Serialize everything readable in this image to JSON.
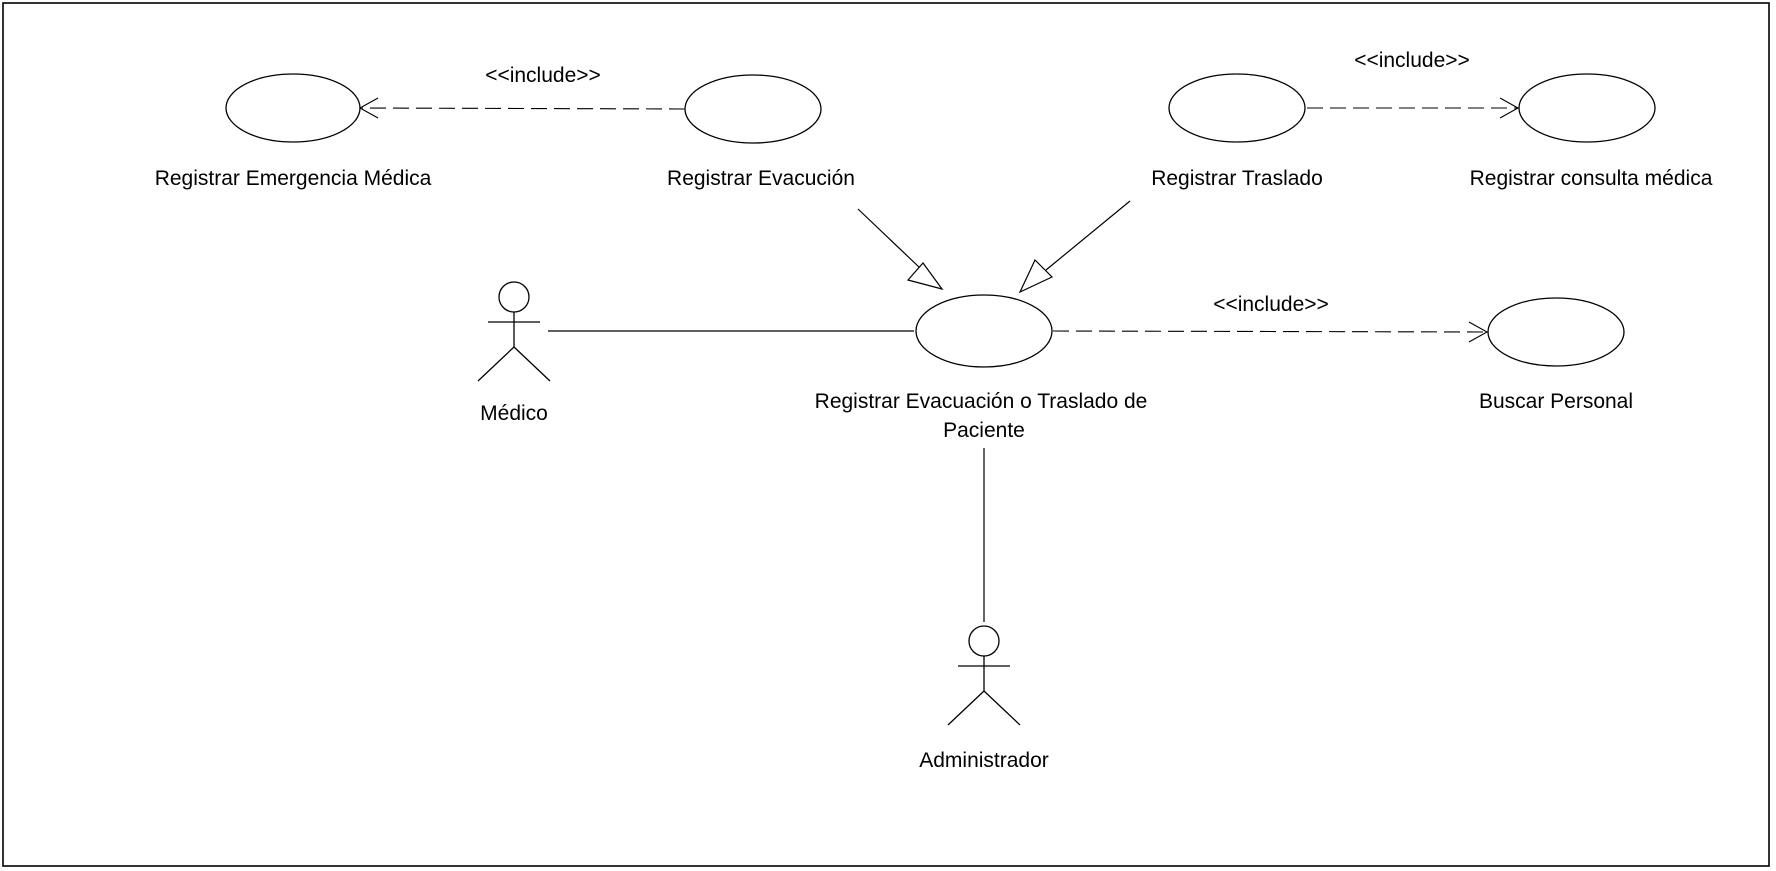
{
  "use_cases": {
    "registrar_emergencia": "Registrar Emergencia Médica",
    "registrar_evacucion": "Registrar Evacución",
    "registrar_traslado": "Registrar Traslado",
    "registrar_consulta": "Registrar consulta médica",
    "registrar_evacuacion_traslado_line1": "Registrar Evacuación o Traslado de",
    "registrar_evacuacion_traslado_line2": "Paciente",
    "buscar_personal": "Buscar Personal"
  },
  "actors": {
    "medico": "Médico",
    "administrador": "Administrador"
  },
  "relations": {
    "include_1": "<<include>>",
    "include_2": "<<include>>",
    "include_3": "<<include>>"
  },
  "colors": {
    "stroke": "#000000",
    "background": "#ffffff"
  }
}
